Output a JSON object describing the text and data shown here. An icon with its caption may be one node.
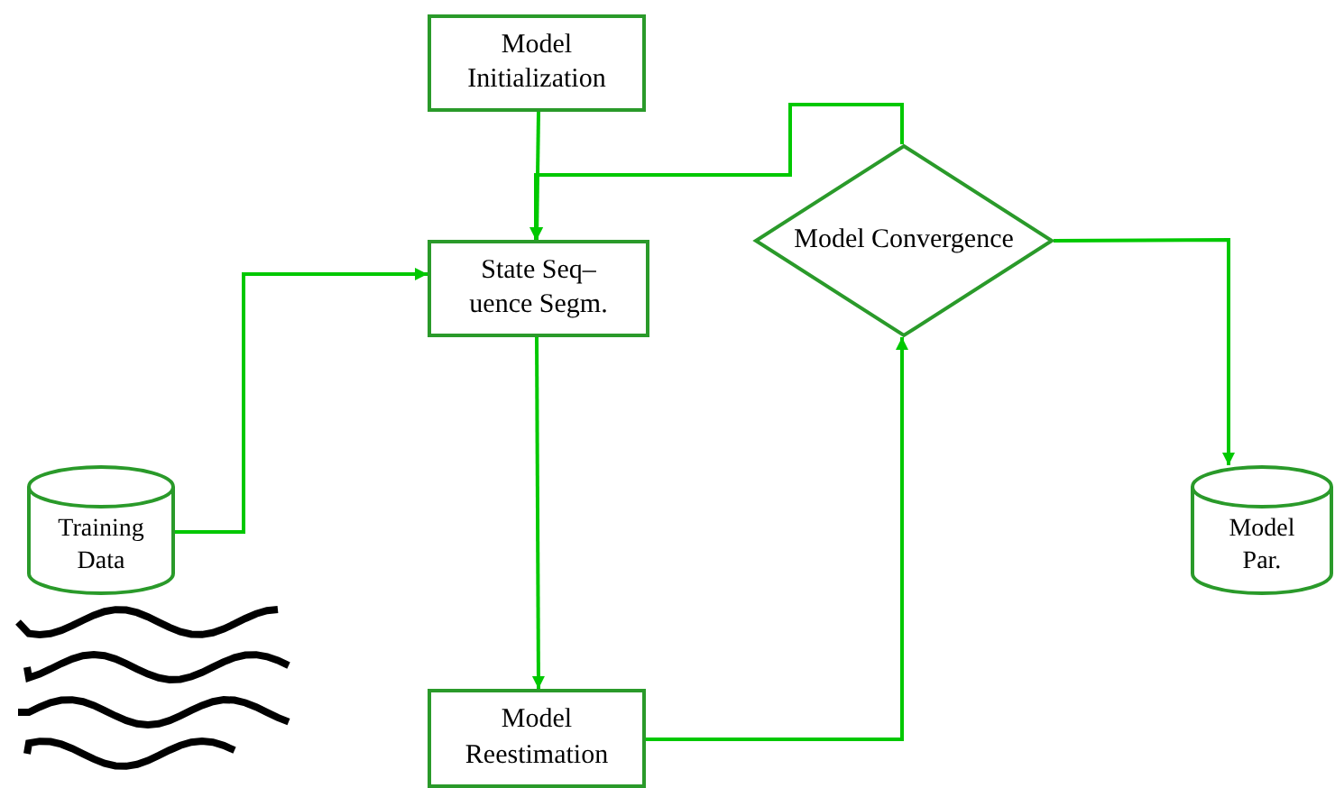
{
  "diagram": {
    "nodes": [
      {
        "text": [
          "Model Initialization"
        ]
      },
      {
        "text": [
          "State Seq– uence Segm."
        ]
      },
      {
        "text": [
          "Model Convergence"
        ]
      },
      {
        "text": [
          "Training Data"
        ]
      },
      {
        "text": [
          "Model Reestimation"
        ]
      },
      {
        "text": [
          "Model Par."
        ]
      }
    ],
    "edges": [
      {
        "from": 0,
        "to": 1,
        "arrow": "to"
      },
      {
        "from": 2,
        "to": 1,
        "arrow": "to"
      },
      {
        "from": 3,
        "to": 1,
        "arrow": "to"
      },
      {
        "from": 1,
        "to": 4,
        "arrow": "to"
      },
      {
        "from": 4,
        "to": 2,
        "arrow": "to"
      },
      {
        "from": 2,
        "to": 5,
        "arrow": "to"
      }
    ]
  }
}
